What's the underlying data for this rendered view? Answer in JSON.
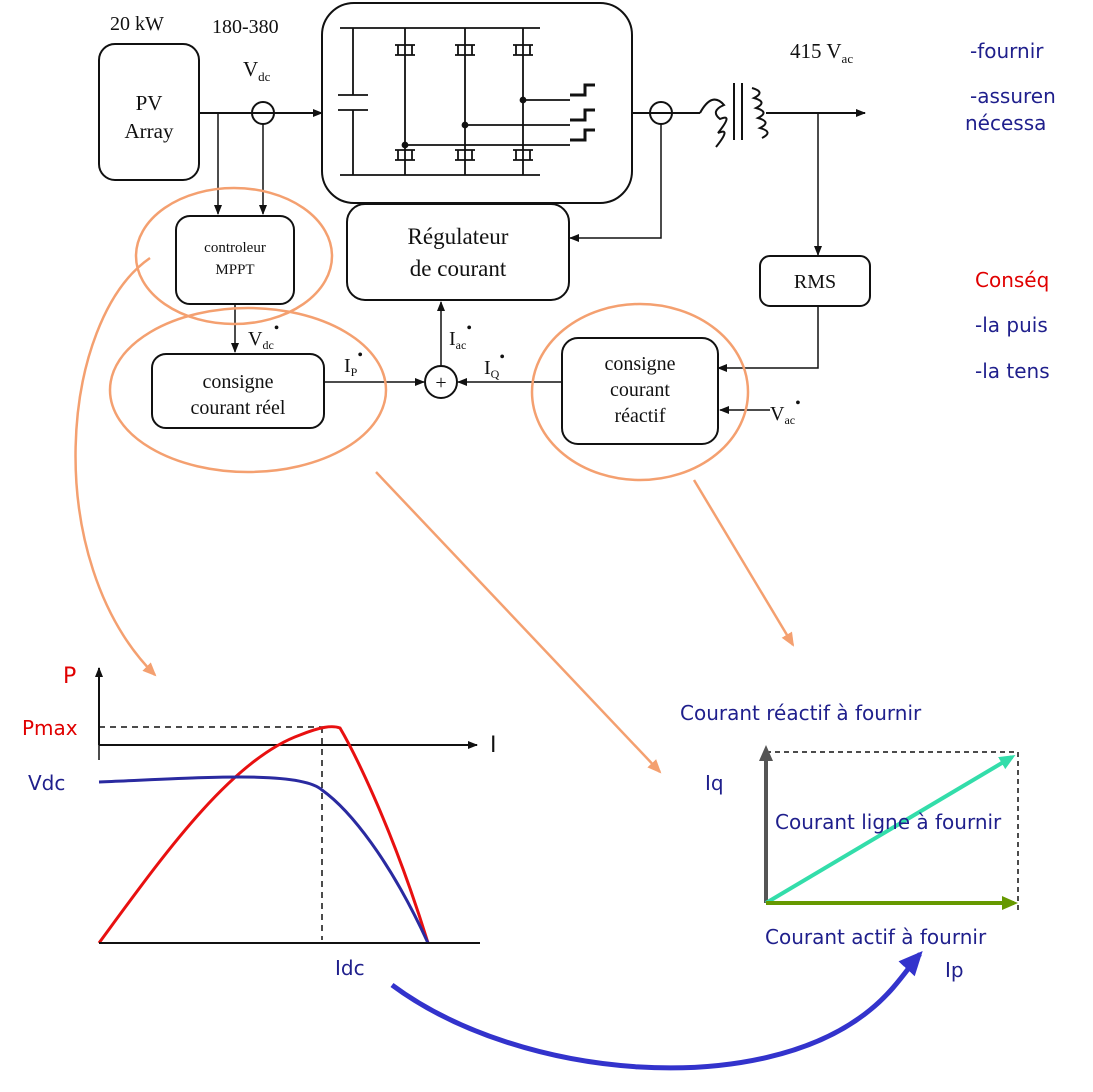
{
  "block_diagram": {
    "power_label": "20 kW",
    "voltage_range_label": "180-380",
    "vdc_label": "V",
    "vdc_sub": "dc",
    "pv_line1": "PV",
    "pv_line2": "Array",
    "vac_label": "415 V",
    "vac_sub": "ac",
    "mppt_line1": "controleur",
    "mppt_line2": "MPPT",
    "regulator_line1": "Régulateur",
    "regulator_line2": "de courant",
    "rms_label": "RMS",
    "real_line1": "consigne",
    "real_line2": "courant réel",
    "reactive_line1": "consigne",
    "reactive_line2": "courant",
    "reactive_line3": "réactif",
    "vdc_ref_label": "V",
    "vdc_ref_sub": "dc",
    "iac_label": "I",
    "iac_sub": "ac",
    "ip_label": "I",
    "ip_sub": "P",
    "iq_label": "I",
    "iq_sub": "Q",
    "vac_ref_label": "V",
    "vac_ref_sub": "ac",
    "sum_symbol": "+"
  },
  "side_text": {
    "line1": "-fournir",
    "line2a": "-assuren",
    "line2b": "nécessa",
    "conseq": "Conséq",
    "line3": "-la puis",
    "line4": "-la tens"
  },
  "pv_curve": {
    "y_axis": "P",
    "x_axis": "I",
    "pmax_label": "Pmax",
    "vdc_label": "Vdc",
    "idc_label": "Idc",
    "colors": {
      "power": "#e81010",
      "voltage": "#2a2aa0"
    }
  },
  "vector_diagram": {
    "reactive_title": "Courant réactif à fournir",
    "iq_label": "Iq",
    "line_label": "Courant ligne à fournir",
    "active_label": "Courant actif à fournir",
    "ip_label": "Ip",
    "colors": {
      "iq": "#555555",
      "line": "#33ddaa",
      "active": "#669900"
    }
  },
  "accent_colors": {
    "highlight": "#f4a070",
    "link_arrow": "#3333cc"
  }
}
